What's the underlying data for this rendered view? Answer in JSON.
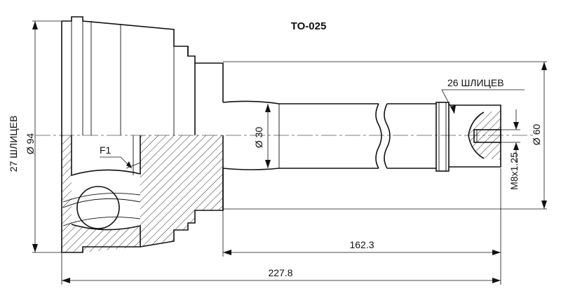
{
  "part_number": "TO-025",
  "dimensions": {
    "outer_diameter": "Ø 94",
    "shaft_diameter": "Ø 30",
    "thread_diameter": "Ø 60",
    "thread_size": "M8x1.25",
    "length_shaft": "162.3",
    "length_total": "227.8"
  },
  "labels": {
    "spline_outer": "27 ШЛИЦЕВ",
    "spline_inner": "26 ШЛИЦЕВ",
    "fit_mark": "F1"
  }
}
